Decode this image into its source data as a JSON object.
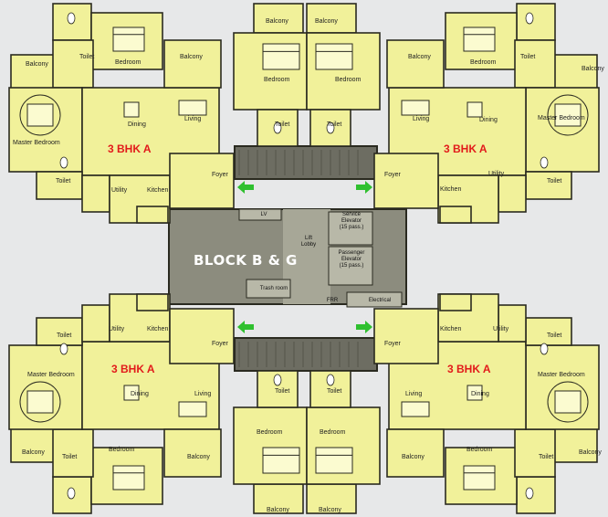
{
  "block_title": "BLOCK B & G",
  "unit_types": [
    "3 BHK A",
    "3 BHK A",
    "3 BHK A",
    "3 BHK A"
  ],
  "core": {
    "lift_lobby": "Lift\nLobby",
    "service_elevator": "Service\nElevator\n(15 pass.)",
    "passenger_elevator": "Passenger\nElevator\n(15 pass.)",
    "trash_room": "Trash room",
    "electrical": "Electrical",
    "frr": "FRR",
    "lv": "LV"
  },
  "rooms": [
    "Balcony",
    "Bedroom",
    "Toilet",
    "Balcony",
    "Dining",
    "Living",
    "Master Bedroom",
    "Toilet",
    "Utility",
    "Kitchen",
    "Foyer",
    "Balcony",
    "Bedroom",
    "Toilet",
    "Balcony",
    "Dining",
    "Living",
    "Master Bedroom",
    "Toilet",
    "Utility",
    "Kitchen",
    "Foyer",
    "Balcony",
    "Bedroom",
    "Toilet",
    "Balcony",
    "Dining",
    "Living",
    "Master Bedroom",
    "Toilet",
    "Utility",
    "Kitchen",
    "Foyer",
    "Balcony",
    "Bedroom",
    "Toilet",
    "Balcony",
    "Dining",
    "Living",
    "Master Bedroom",
    "Toilet",
    "Utility",
    "Kitchen",
    "Foyer",
    "Balcony",
    "Balcony",
    "Bedroom",
    "Bedroom",
    "Toilet",
    "Toilet",
    "Balcony",
    "Balcony",
    "Bedroom",
    "Bedroom",
    "Toilet",
    "Toilet"
  ],
  "colors": {
    "background": "#e7e8e9",
    "floor": "#f1f19a",
    "wall": "#2a2a20",
    "core": "#8c8c7e",
    "core_dark": "#6d6d62",
    "unit_label": "#e21b1b",
    "arrow": "#2fc02f"
  }
}
